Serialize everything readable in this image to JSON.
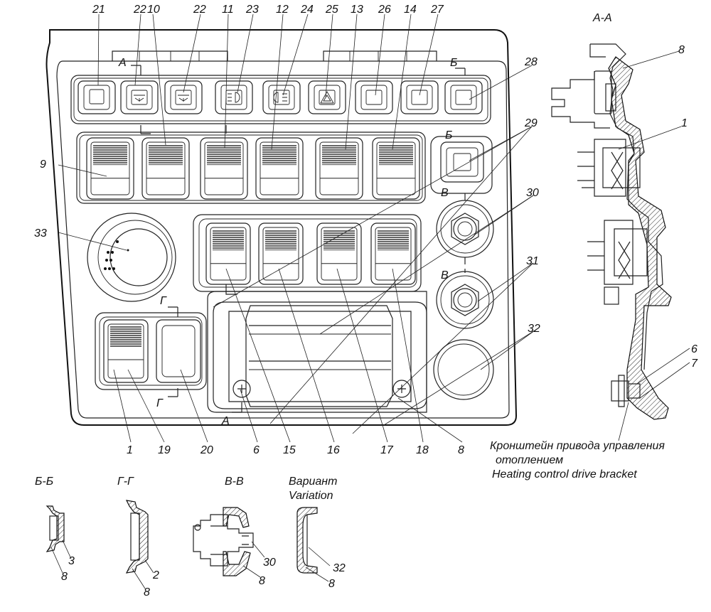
{
  "callouts_top": [
    "21",
    "22",
    "10",
    "22",
    "11",
    "23",
    "12",
    "24",
    "25",
    "13",
    "26",
    "14",
    "27"
  ],
  "callouts_left": {
    "c9": "9",
    "c33": "33"
  },
  "callouts_right": {
    "c28": "28",
    "c29": "29",
    "c30": "30",
    "c31": "31",
    "c32": "32"
  },
  "callouts_bottom": [
    "1",
    "19",
    "20",
    "6",
    "15",
    "16",
    "17",
    "18",
    "8"
  ],
  "section_marks": {
    "a": "А",
    "b": "Б",
    "v": "В",
    "g": "Г"
  },
  "section_aa": {
    "title": "А-А",
    "callouts": {
      "c8": "8",
      "c1": "1",
      "c6": "6",
      "c7": "7"
    },
    "caption_ru_1": "Кронштейн привода управления",
    "caption_ru_2": "отоплением",
    "caption_en": "Heating control drive bracket"
  },
  "section_bb": {
    "title": "Б-Б",
    "c3": "3",
    "c8": "8"
  },
  "section_gg": {
    "title": "Г-Г",
    "c2": "2",
    "c8": "8"
  },
  "section_vv": {
    "title": "В-В",
    "c30": "30",
    "c8": "8"
  },
  "variation": {
    "title_ru": "Вариант",
    "title_en": "Variation",
    "c32": "32",
    "c8": "8"
  }
}
